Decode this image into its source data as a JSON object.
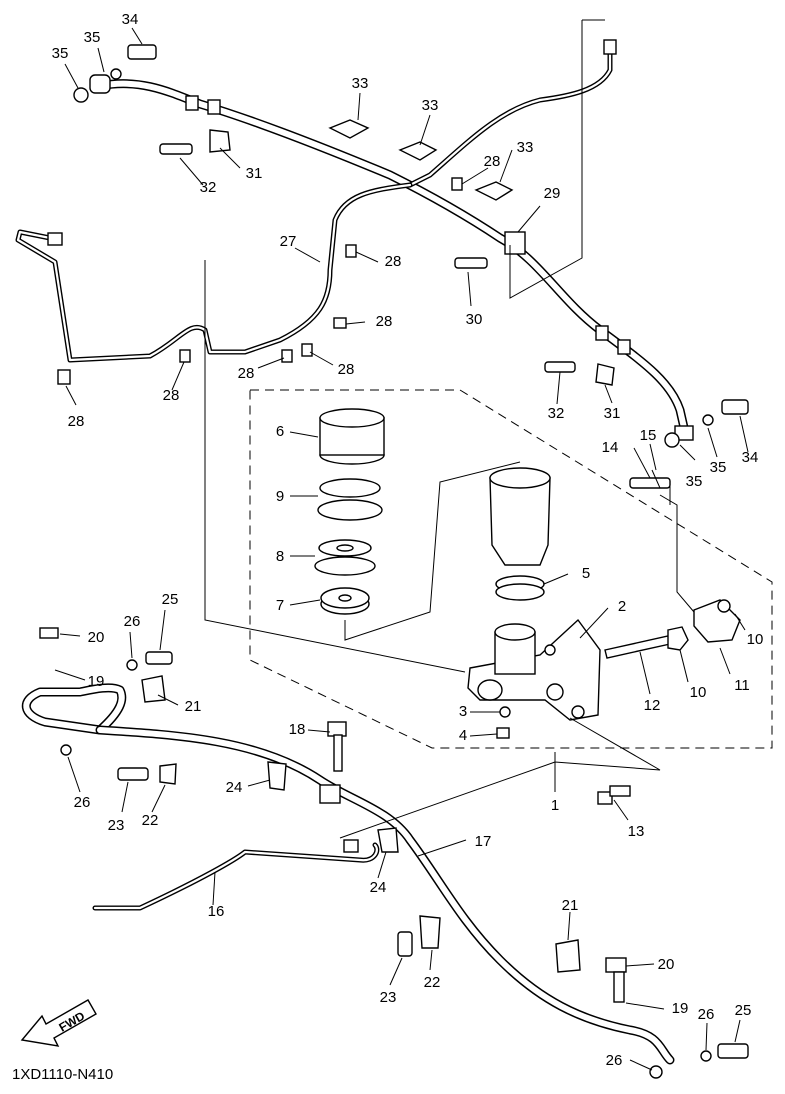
{
  "diagram_code": "1XD1110-N410",
  "fwd_label": "FWD",
  "callouts": {
    "c1": "1",
    "c2": "2",
    "c3": "3",
    "c4": "4",
    "c5": "5",
    "c6": "6",
    "c7": "7",
    "c8": "8",
    "c9": "9",
    "c10a": "10",
    "c10b": "10",
    "c11": "11",
    "c12": "12",
    "c13": "13",
    "c14": "14",
    "c15": "15",
    "c16": "16",
    "c17": "17",
    "c18": "18",
    "c19a": "19",
    "c19b": "19",
    "c20a": "20",
    "c20b": "20",
    "c21a": "21",
    "c21b": "21",
    "c22a": "22",
    "c22b": "22",
    "c23a": "23",
    "c23b": "23",
    "c24a": "24",
    "c24b": "24",
    "c25a": "25",
    "c25b": "25",
    "c26a": "26",
    "c26b": "26",
    "c26c": "26",
    "c26d": "26",
    "c27": "27",
    "c28a": "28",
    "c28b": "28",
    "c28c": "28",
    "c28d": "28",
    "c28e": "28",
    "c28f": "28",
    "c28g": "28",
    "c29": "29",
    "c30": "30",
    "c31a": "31",
    "c31b": "31",
    "c32a": "32",
    "c32b": "32",
    "c33a": "33",
    "c33b": "33",
    "c33c": "33",
    "c34a": "34",
    "c34b": "34",
    "c35a": "35",
    "c35b": "35",
    "c35c": "35",
    "c35d": "35"
  }
}
